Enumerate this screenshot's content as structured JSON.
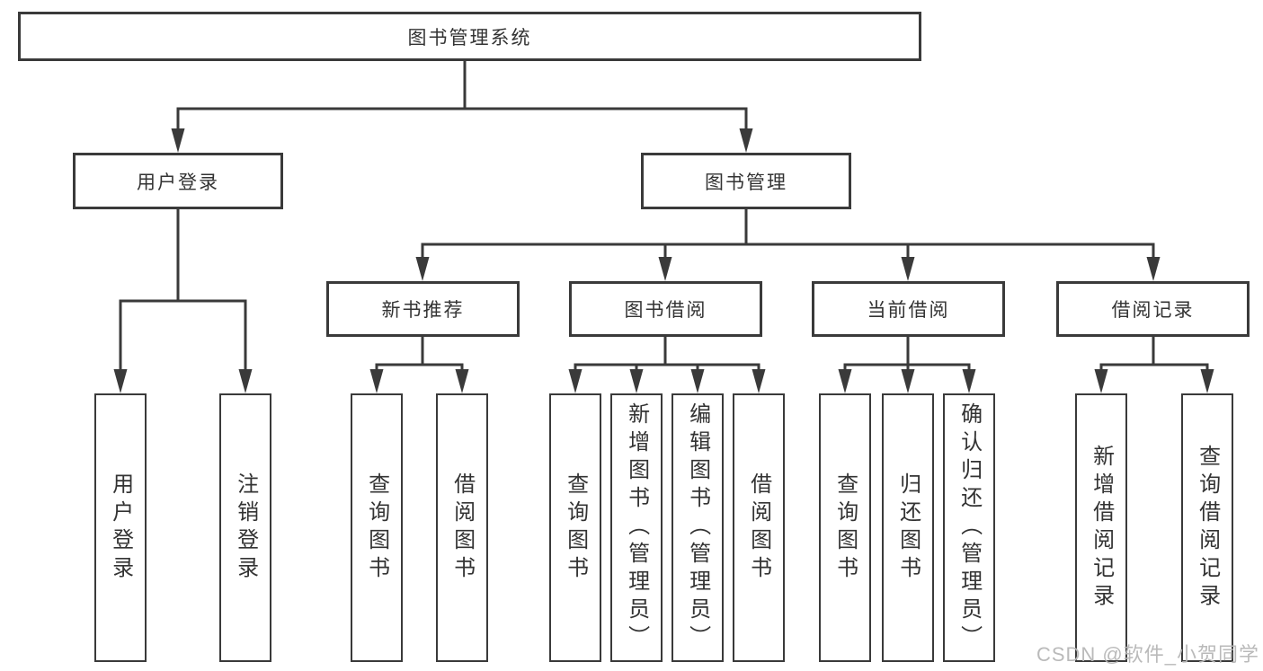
{
  "nodes": {
    "root": "图书管理系统",
    "user_login": "用户登录",
    "book_mgmt": "图书管理",
    "new_book_rec": "新书推荐",
    "book_borrow": "图书借阅",
    "current_borrow": "当前借阅",
    "borrow_records": "借阅记录",
    "leaves": {
      "user_login": [
        "用户登录",
        "注销登录"
      ],
      "new_book_rec": [
        "查询图书",
        "借阅图书"
      ],
      "book_borrow": [
        "查询图书",
        "新增图书（管理员）",
        "编辑图书（管理员）",
        "借阅图书"
      ],
      "current_borrow": [
        "查询图书",
        "归还图书",
        "确认归还（管理员）"
      ],
      "borrow_records": [
        "新增借阅记录",
        "查询借阅记录"
      ]
    }
  },
  "colors": {
    "line": "#3a3a3a",
    "text": "#333333",
    "watermark": "#b6b6b6",
    "background": "#ffffff"
  },
  "watermark": "CSDN @软件_小贺同学"
}
